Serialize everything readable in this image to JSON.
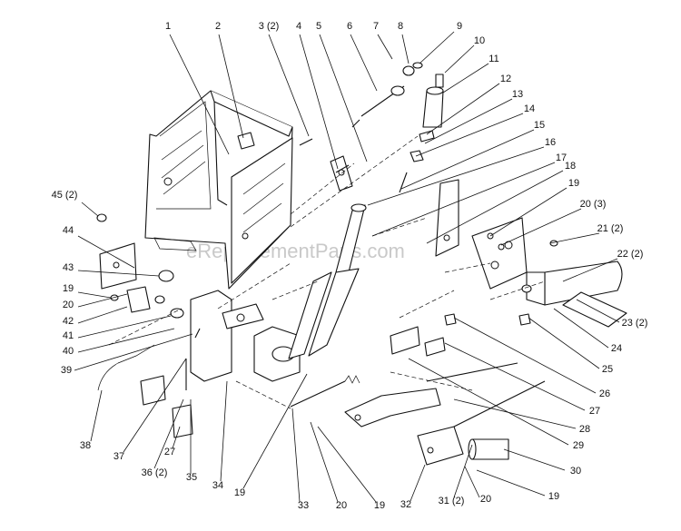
{
  "watermark": "eReplacementParts.com",
  "callouts": [
    {
      "id": "c1",
      "text": "1"
    },
    {
      "id": "c2",
      "text": "2"
    },
    {
      "id": "c3",
      "text": "3 (2)"
    },
    {
      "id": "c4",
      "text": "4"
    },
    {
      "id": "c5",
      "text": "5"
    },
    {
      "id": "c6",
      "text": "6"
    },
    {
      "id": "c7",
      "text": "7"
    },
    {
      "id": "c8",
      "text": "8"
    },
    {
      "id": "c9",
      "text": "9"
    },
    {
      "id": "c10",
      "text": "10"
    },
    {
      "id": "c11",
      "text": "11"
    },
    {
      "id": "c12",
      "text": "12"
    },
    {
      "id": "c13",
      "text": "13"
    },
    {
      "id": "c14",
      "text": "14"
    },
    {
      "id": "c15",
      "text": "15"
    },
    {
      "id": "c16",
      "text": "16"
    },
    {
      "id": "c17",
      "text": "17"
    },
    {
      "id": "c18",
      "text": "18"
    },
    {
      "id": "c19a",
      "text": "19"
    },
    {
      "id": "c20a",
      "text": "20 (3)"
    },
    {
      "id": "c21",
      "text": "21 (2)"
    },
    {
      "id": "c22",
      "text": "22 (2)"
    },
    {
      "id": "c23",
      "text": "23 (2)"
    },
    {
      "id": "c24",
      "text": "24"
    },
    {
      "id": "c25",
      "text": "25"
    },
    {
      "id": "c26",
      "text": "26"
    },
    {
      "id": "c27a",
      "text": "27"
    },
    {
      "id": "c28",
      "text": "28"
    },
    {
      "id": "c29",
      "text": "29"
    },
    {
      "id": "c30",
      "text": "30"
    },
    {
      "id": "c19b",
      "text": "19"
    },
    {
      "id": "c20b",
      "text": "20"
    },
    {
      "id": "c31",
      "text": "31 (2)"
    },
    {
      "id": "c32",
      "text": "32"
    },
    {
      "id": "c19c",
      "text": "19"
    },
    {
      "id": "c20c",
      "text": "20"
    },
    {
      "id": "c33",
      "text": "33"
    },
    {
      "id": "c19d",
      "text": "19"
    },
    {
      "id": "c34",
      "text": "34"
    },
    {
      "id": "c35",
      "text": "35"
    },
    {
      "id": "c36",
      "text": "36 (2)"
    },
    {
      "id": "c27b",
      "text": "27"
    },
    {
      "id": "c37",
      "text": "37"
    },
    {
      "id": "c38",
      "text": "38"
    },
    {
      "id": "c39",
      "text": "39"
    },
    {
      "id": "c40",
      "text": "40"
    },
    {
      "id": "c41",
      "text": "41"
    },
    {
      "id": "c42",
      "text": "42"
    },
    {
      "id": "c20d",
      "text": "20"
    },
    {
      "id": "c19e",
      "text": "19"
    },
    {
      "id": "c43",
      "text": "43"
    },
    {
      "id": "c44",
      "text": "44"
    },
    {
      "id": "c45",
      "text": "45 (2)"
    }
  ]
}
